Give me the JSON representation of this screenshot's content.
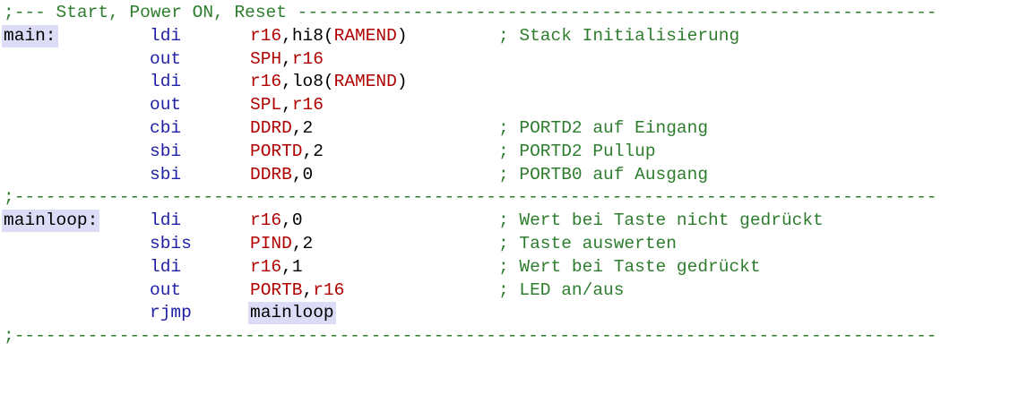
{
  "header_comment": ";--- Start, Power ON, Reset -------------------------------------------------------------",
  "separator_1": ";----------------------------------------------------------------------------------------",
  "separator_2": ";----------------------------------------------------------------------------------------",
  "main_block": {
    "label": "main:",
    "lines": [
      {
        "mnemonic": "ldi",
        "comment": "; Stack Initialisierung"
      },
      {
        "mnemonic": "out",
        "comment": ""
      },
      {
        "mnemonic": "ldi",
        "comment": ""
      },
      {
        "mnemonic": "out",
        "comment": ""
      },
      {
        "mnemonic": "cbi",
        "comment": "; PORTD2 auf Eingang"
      },
      {
        "mnemonic": "sbi",
        "comment": "; PORTD2 Pullup"
      },
      {
        "mnemonic": "sbi",
        "comment": "; PORTB0 auf Ausgang"
      }
    ],
    "operands": {
      "l1_reg": "r16",
      "l1_fn": "hi8",
      "l1_sym": "RAMEND",
      "l2_port": "SPH",
      "l2_reg": "r16",
      "l3_reg": "r16",
      "l3_fn": "lo8",
      "l3_sym": "RAMEND",
      "l4_port": "SPL",
      "l4_reg": "r16",
      "l5_port": "DDRD",
      "l5_bit": "2",
      "l6_port": "PORTD",
      "l6_bit": "2",
      "l7_port": "DDRB",
      "l7_bit": "0"
    }
  },
  "mainloop_block": {
    "label": "mainloop:",
    "lines": [
      {
        "mnemonic": "ldi",
        "comment": "; Wert bei Taste nicht gedrückt"
      },
      {
        "mnemonic": "sbis",
        "comment": "; Taste auswerten"
      },
      {
        "mnemonic": "ldi",
        "comment": "; Wert bei Taste gedrückt"
      },
      {
        "mnemonic": "out",
        "comment": "; LED an/aus"
      },
      {
        "mnemonic": "rjmp",
        "comment": ""
      }
    ],
    "operands": {
      "l1_reg": "r16",
      "l1_val": "0",
      "l2_port": "PIND",
      "l2_bit": "2",
      "l3_reg": "r16",
      "l3_val": "1",
      "l4_port": "PORTB",
      "l4_reg": "r16",
      "l5_target": "mainloop"
    }
  },
  "punctuation": {
    "comma": ",",
    "open_paren": "(",
    "close_paren": ")"
  }
}
